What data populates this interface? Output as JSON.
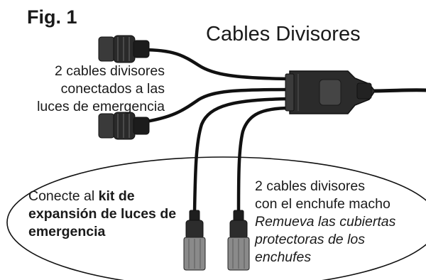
{
  "figure": {
    "fig_label": "Fig. 1",
    "title": "Cables Divisores"
  },
  "callouts": {
    "top_left_line1": "2 cables divisores",
    "top_left_line2": "conectados a las",
    "top_left_line3": "luces de emergencia",
    "left_plain": "Conecte al ",
    "left_bold": "kit de expansión de luces de emergencia",
    "right_line1": "2 cables divisores",
    "right_line2": "con el enchufe macho",
    "right_italic": "Remueva las cubiertas protectoras de los enchufes"
  }
}
